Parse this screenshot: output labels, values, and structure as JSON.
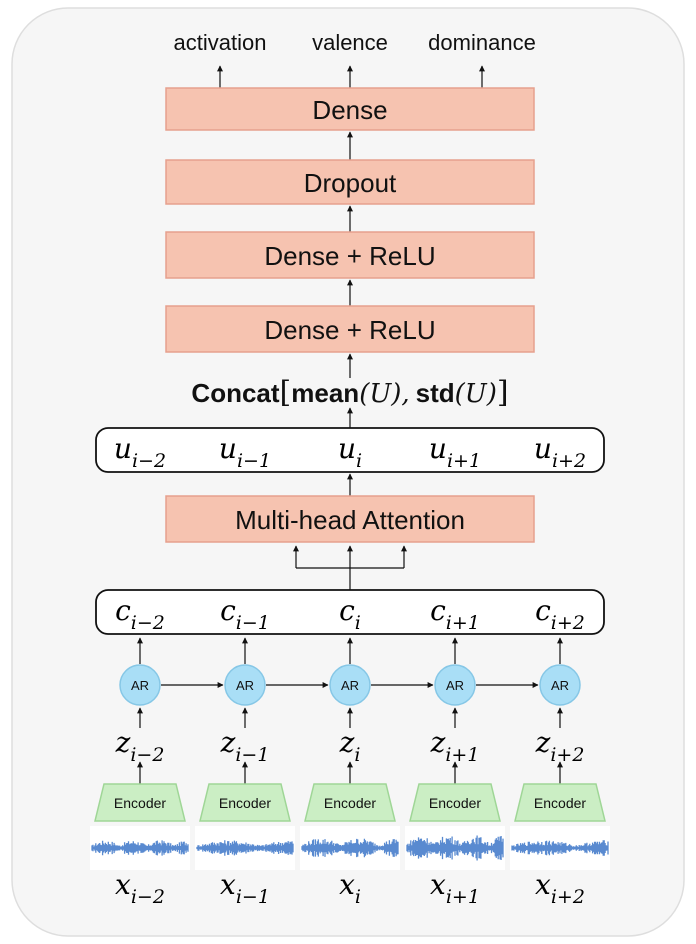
{
  "outputs": [
    "activation",
    "valence",
    "dominance"
  ],
  "layers": {
    "dense": "Dense",
    "dropout": "Dropout",
    "dense_relu_2": "Dense + ReLU",
    "dense_relu_1": "Dense + ReLU",
    "attention": "Multi-head Attention"
  },
  "concat": {
    "fn": "Concat",
    "open": "[",
    "mean": "mean",
    "mean_arg": "(U),",
    "std": "std",
    "std_arg": "(U)",
    "close": "]"
  },
  "u_tokens": [
    {
      "base": "u",
      "sub": "i−2"
    },
    {
      "base": "u",
      "sub": "i−1"
    },
    {
      "base": "u",
      "sub": "i"
    },
    {
      "base": "u",
      "sub": "i+1"
    },
    {
      "base": "u",
      "sub": "i+2"
    }
  ],
  "c_tokens": [
    {
      "base": "c",
      "sub": "i−2"
    },
    {
      "base": "c",
      "sub": "i−1"
    },
    {
      "base": "c",
      "sub": "i"
    },
    {
      "base": "c",
      "sub": "i+1"
    },
    {
      "base": "c",
      "sub": "i+2"
    }
  ],
  "ar_label": "AR",
  "z_tokens": [
    {
      "base": "z",
      "sub": "i−2"
    },
    {
      "base": "z",
      "sub": "i−1"
    },
    {
      "base": "z",
      "sub": "i"
    },
    {
      "base": "z",
      "sub": "i+1"
    },
    {
      "base": "z",
      "sub": "i+2"
    }
  ],
  "encoder_label": "Encoder",
  "x_tokens": [
    {
      "base": "x",
      "sub": "i−2"
    },
    {
      "base": "x",
      "sub": "i−1"
    },
    {
      "base": "x",
      "sub": "i"
    },
    {
      "base": "x",
      "sub": "i+1"
    },
    {
      "base": "x",
      "sub": "i+2"
    }
  ],
  "colors": {
    "layer_fill": "#f6c3b0",
    "layer_stroke": "#e6a08e",
    "ar_fill": "#a9def6",
    "ar_stroke": "#86c7e6",
    "encoder_fill": "#cbeec4",
    "encoder_stroke": "#9fd696",
    "waveform": "#3c75c8",
    "panel": "#f6f6f6"
  }
}
